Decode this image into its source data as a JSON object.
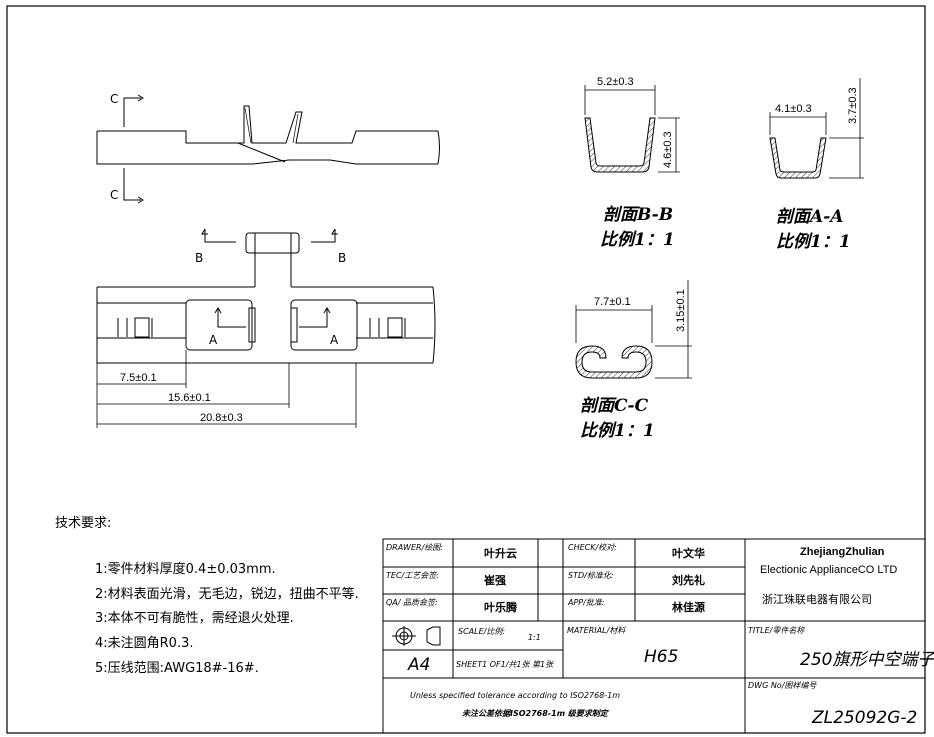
{
  "drawing": {
    "section_markers": {
      "c": "C",
      "b": "B",
      "a": "A"
    },
    "dimensions_front": [
      "7.5±0.1",
      "15.6±0.1",
      "20.8±0.3"
    ],
    "section_bb": {
      "title": "剖面B-B",
      "scale": "比例1：1",
      "width": "5.2±0.3",
      "height": "4.6±0.3"
    },
    "section_aa": {
      "title": "剖面A-A",
      "scale": "比例1：1",
      "width": "4.1±0.3",
      "height": "3.7±0.3"
    },
    "section_cc": {
      "title": "剖面C-C",
      "scale": "比例1：1",
      "width": "7.7±0.1",
      "height": "3.15±0.1"
    }
  },
  "notes": {
    "heading": "技术要求:",
    "items": [
      "1:零件材料厚度0.4±0.03mm.",
      "2:材料表面光滑，无毛边，锐边，扭曲不平等.",
      "3:本体不可有脆性，需经退火处理.",
      "4:未注圆角R0.3.",
      "5:压线范围:AWG18#-16#."
    ]
  },
  "title_block": {
    "drawer_label": "DRAWER/绘图:",
    "drawer": "叶升云",
    "check_label": "CHECK/校对:",
    "check": "叶文华",
    "tec_label": "TEC/工艺会签:",
    "tec": "崔强",
    "std_label": "STD/标准化:",
    "std": "刘先礼",
    "qa_label": "QA/ 品质会签:",
    "qa": "叶乐腾",
    "app_label": "APP/批准:",
    "app": "林佳源",
    "scale_label": "SCALE/比例:",
    "scale": "1:1",
    "material_label": "MATERIAL/材料",
    "material": "H65",
    "title_label": "TITLE/零件名称",
    "title": "250旗形中空端子",
    "size": "A4",
    "sheet": "SHEET1 OF1/共1张 第1张",
    "tolerance_en": "Unless specified tolerance according to ISO2768-1m",
    "tolerance_cn": "未注公差依据ISO2768-1m 级要求制定",
    "dwg_label": "DWG No/图样编号",
    "dwg_no": "ZL25092G-2",
    "company_en1": "ZhejiangZhulian",
    "company_en2": "Electionic ApplianceCO LTD",
    "company_cn": "浙江珠联电器有限公司"
  },
  "colors": {
    "line": "#000000",
    "background": "#ffffff",
    "hatch": "#000000"
  }
}
